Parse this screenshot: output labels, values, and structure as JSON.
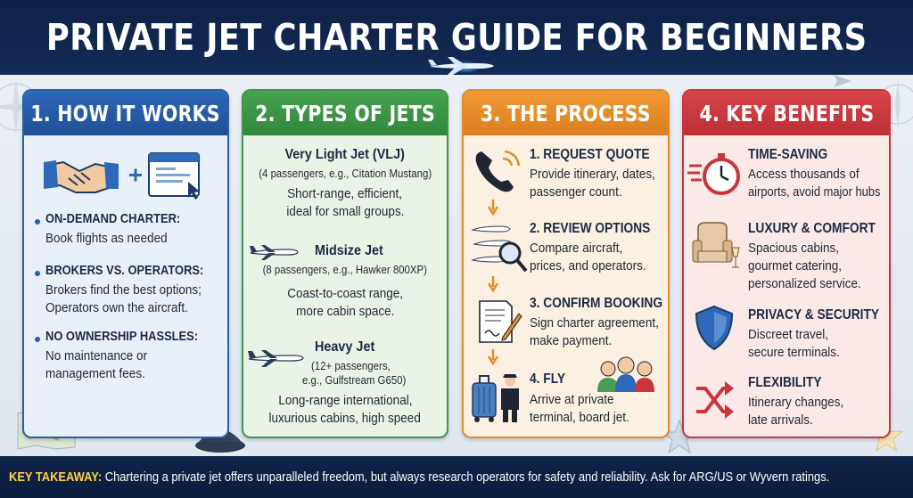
{
  "title": "PRIVATE JET CHARTER GUIDE FOR BEGINNERS",
  "colors": {
    "header_bg": "#0f2246",
    "col1": "#2a5fa8",
    "col2": "#3f9548",
    "col3": "#e38a2a",
    "col4": "#c9363a",
    "takeaway_accent": "#ffd24a"
  },
  "col1": {
    "heading": "1. HOW IT WORKS",
    "icons": [
      "handshake-icon",
      "plus-icon",
      "browser-window-icon"
    ],
    "items": [
      {
        "title": "ON-DEMAND CHARTER:",
        "text": [
          "Book flights as needed"
        ]
      },
      {
        "title": "BROKERS VS. OPERATORS:",
        "text": [
          "Brokers find the best options;",
          "Operators own the aircraft."
        ]
      },
      {
        "title": "NO OWNERSHIP HASSLES:",
        "text": [
          "No maintenance or",
          "management fees."
        ]
      }
    ]
  },
  "col2": {
    "heading": "2. TYPES OF JETS",
    "jets": [
      {
        "name": "Very Light Jet (VLJ)",
        "spec": [
          "(4 passengers, e.g., Citation Mustang)"
        ],
        "desc": [
          "Short-range, efficient,",
          "ideal for small groups."
        ]
      },
      {
        "name": "Midsize Jet",
        "spec": [
          "(8 passengers, e.g., Hawker 800XP)"
        ],
        "desc": [
          "Coast-to-coast range,",
          "more cabin space."
        ]
      },
      {
        "name": "Heavy Jet",
        "spec": [
          "(12+ passengers,",
          "e.g., Gulfstream G650)"
        ],
        "desc": [
          "Long-range international,",
          "luxurious cabins, high speed"
        ]
      }
    ]
  },
  "col3": {
    "heading": "3. THE PROCESS",
    "steps": [
      {
        "title": "1. REQUEST QUOTE",
        "text": [
          "Provide itinerary, dates,",
          "passenger count."
        ],
        "icon": "phone-icon"
      },
      {
        "title": "2. REVIEW OPTIONS",
        "text": [
          "Compare aircraft,",
          "prices, and operators."
        ],
        "icon": "jets-magnifier-icon"
      },
      {
        "title": "3. CONFIRM BOOKING",
        "text": [
          "Sign charter agreement,",
          "make payment."
        ],
        "icon": "contract-icon"
      },
      {
        "title": "4. FLY",
        "text": [
          "Arrive at private",
          "terminal, board jet."
        ],
        "icon": "luggage-pilot-icon"
      }
    ]
  },
  "col4": {
    "heading": "4. KEY BENEFITS",
    "benefits": [
      {
        "title": "TIME-SAVING",
        "text": [
          "Access thousands of",
          "airports, avoid major hubs"
        ],
        "icon": "stopwatch-icon"
      },
      {
        "title": "LUXURY & COMFORT",
        "text": [
          "Spacious cabins,",
          "gourmet catering,",
          "personalized service."
        ],
        "icon": "armchair-icon"
      },
      {
        "title": "PRIVACY & SECURITY",
        "text": [
          "Discreet travel,",
          "secure terminals."
        ],
        "icon": "shield-icon"
      },
      {
        "title": "FLEXIBILITY",
        "text": [
          "Itinerary changes,",
          "late arrivals."
        ],
        "icon": "shuffle-arrows-icon"
      }
    ]
  },
  "footer": {
    "label": "KEY TAKEAWAY:",
    "text": " Chartering a private jet offers unparalleled freedom, but always research operators for safety and reliability. Ask for ARG/US or Wyvern ratings."
  }
}
